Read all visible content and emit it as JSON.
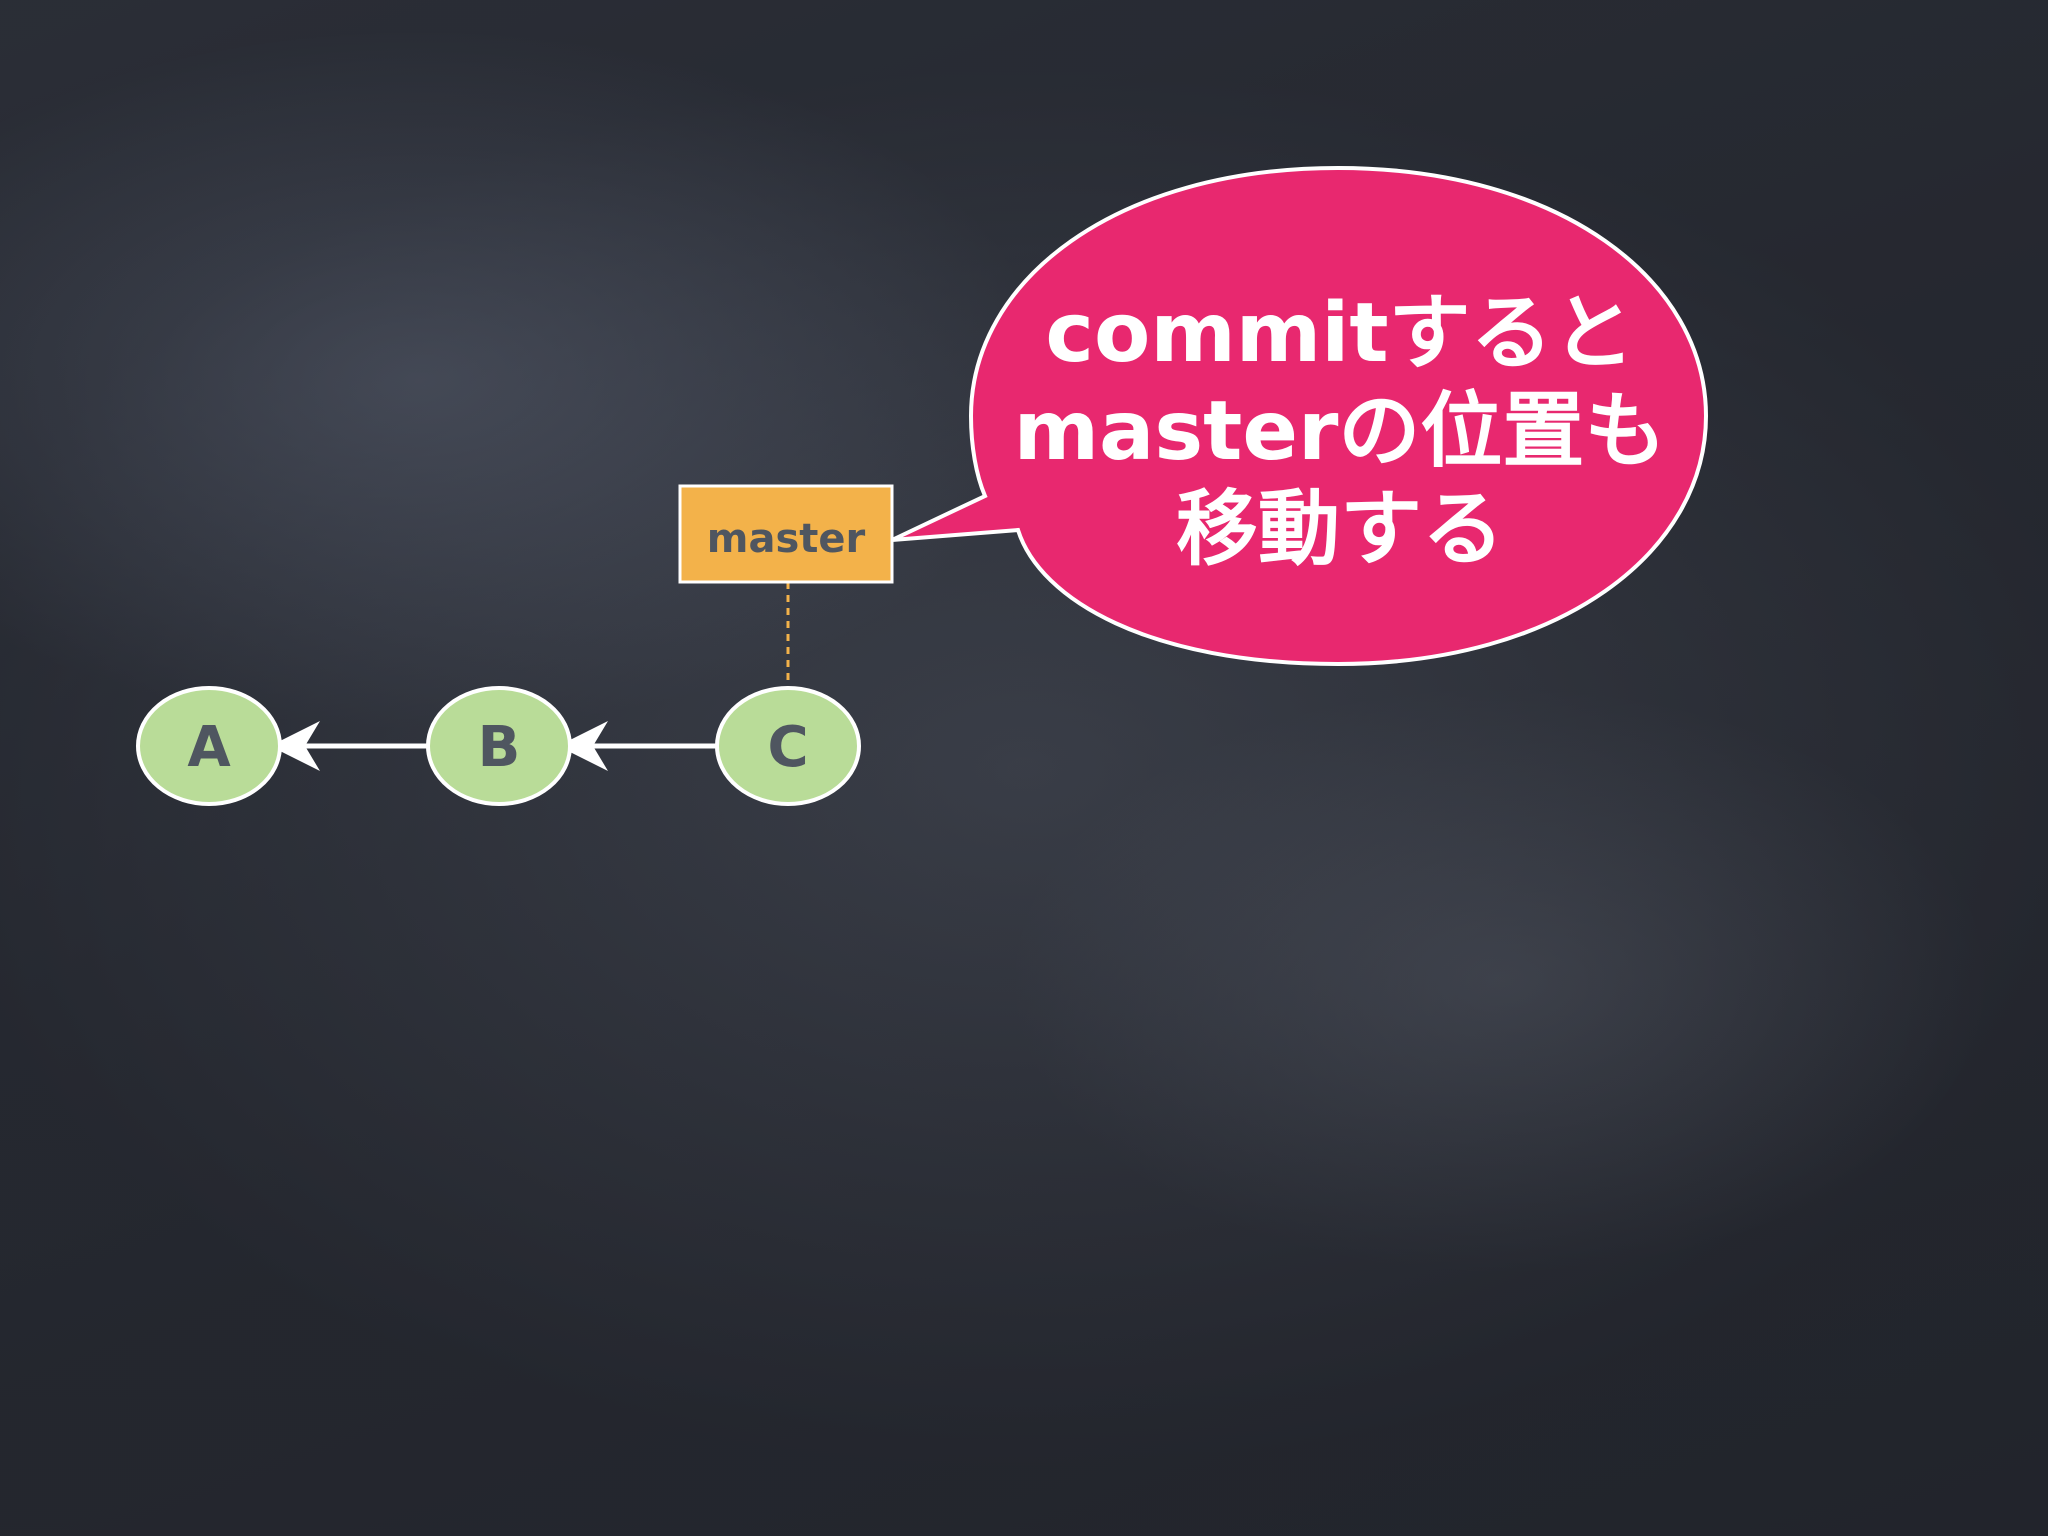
{
  "nodes": [
    {
      "id": "A",
      "label": "A"
    },
    {
      "id": "B",
      "label": "B"
    },
    {
      "id": "C",
      "label": "C"
    }
  ],
  "edges": [
    {
      "from": "B",
      "to": "A"
    },
    {
      "from": "C",
      "to": "B"
    }
  ],
  "branch": {
    "label": "master",
    "points_to": "C"
  },
  "callout": {
    "lines": [
      "commitすると",
      "masterの位置も",
      "移動する"
    ]
  },
  "colors": {
    "node_fill": "#b9dc98",
    "node_text": "#4f5660",
    "branch_fill": "#f3b24a",
    "callout_fill": "#e8286f",
    "outline": "#ffffff"
  }
}
